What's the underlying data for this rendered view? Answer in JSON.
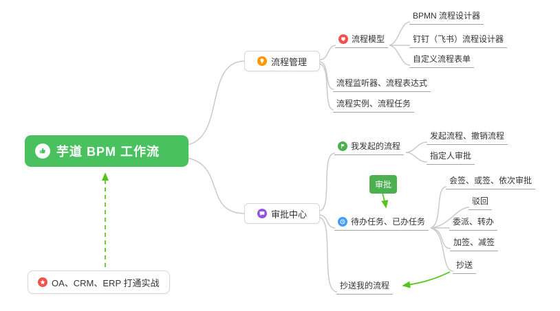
{
  "nodes": {
    "root": "芋道 BPM 工作流",
    "process_mgmt": "流程管理",
    "process_model": "流程模型",
    "bpmn_designer": "BPMN 流程设计器",
    "dingtalk_designer": "钉钉（飞书）流程设计器",
    "custom_form": "自定义流程表单",
    "listener_expression": "流程监听器、流程表达式",
    "instance_task": "流程实例、流程任务",
    "approval_center": "审批中心",
    "my_initiated": "我发起的流程",
    "initiate_cancel": "发起流程、撤销流程",
    "assignee_approval": "指定人审批",
    "approval_badge": "审批",
    "todo_done": "待办任务、已办任务",
    "countersign": "会签、或签、依次审批",
    "reject": "驳回",
    "delegate_transfer": "委派、转办",
    "add_remove_sign": "加签、减签",
    "cc": "抄送",
    "cc_my_process": "抄送我的流程",
    "oa_note": "OA、CRM、ERP 打通实战"
  },
  "colors": {
    "root_green": "#49c15f",
    "badge_green": "#4caf50",
    "arrow_green": "#52c41a",
    "line_gray": "#c9c9c9",
    "underline_gray": "#a3a3a3",
    "orange_icon": "#ff9800",
    "red_icon": "#ef5350",
    "green_icon": "#4caf50",
    "blue_icon": "#409eff",
    "purple_icon": "#9254de"
  }
}
